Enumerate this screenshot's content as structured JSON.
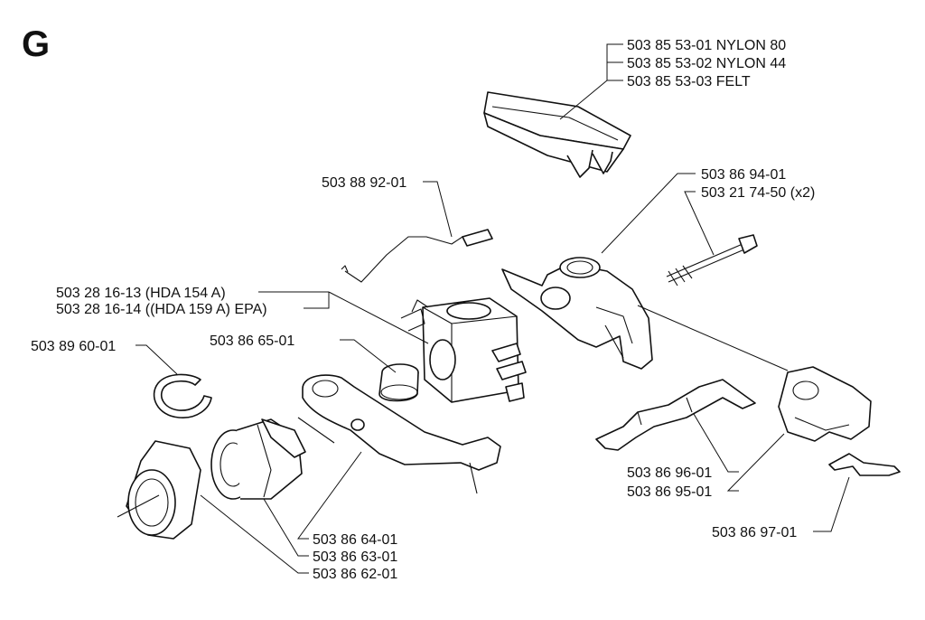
{
  "section_letter": "G",
  "labels": {
    "l1": "503 85 53-01 NYLON 80",
    "l2": "503 85 53-02 NYLON 44",
    "l3": "503 85 53-03 FELT",
    "l4": "503 88 92-01",
    "l5": "503 86 94-01",
    "l6": "503 21 74-50 (x2)",
    "l7": "503 28 16-13 (HDA 154 A)",
    "l8": "503 28 16-14 ((HDA 159 A) EPA)",
    "l9": "503 86 65-01",
    "l10": "503 89 60-01",
    "l11": "503 86 96-01",
    "l12": "503 86 95-01",
    "l13": "503 86 97-01",
    "l14": "503 86 64-01",
    "l15": "503 86 63-01",
    "l16": "503 86 62-01"
  }
}
